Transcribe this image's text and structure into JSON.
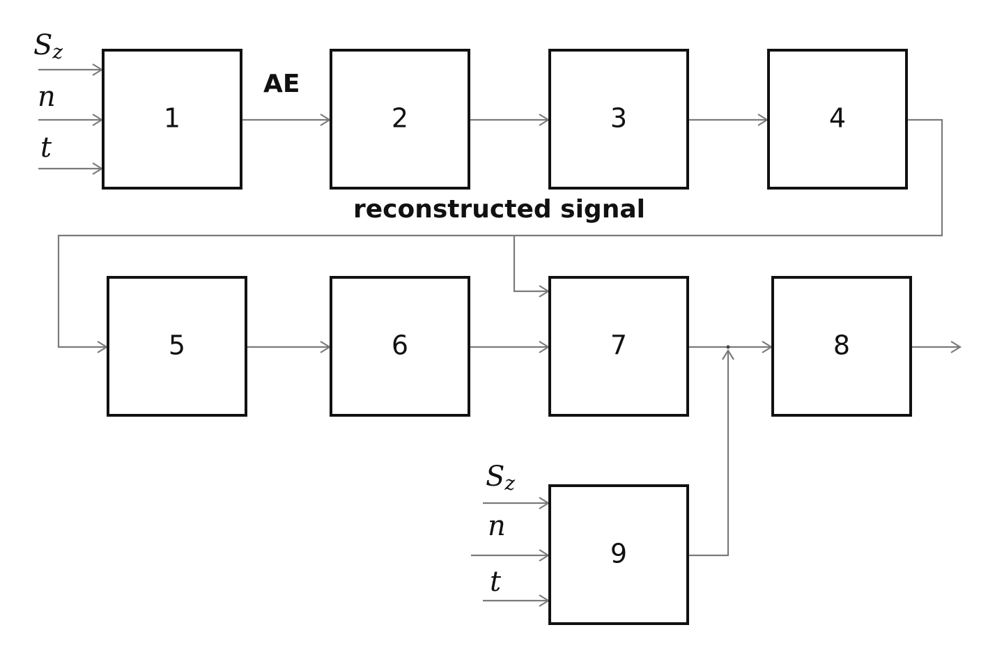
{
  "blocks": [
    {
      "id": "1",
      "label": "1"
    },
    {
      "id": "2",
      "label": "2"
    },
    {
      "id": "3",
      "label": "3"
    },
    {
      "id": "4",
      "label": "4"
    },
    {
      "id": "5",
      "label": "5"
    },
    {
      "id": "6",
      "label": "6"
    },
    {
      "id": "7",
      "label": "7"
    },
    {
      "id": "8",
      "label": "8"
    },
    {
      "id": "9",
      "label": "9"
    }
  ],
  "labels": {
    "ae": "AE",
    "reconstructed": "reconstructed signal"
  },
  "inputs_block1": [
    {
      "main": "S",
      "sub": "z"
    },
    {
      "main": "n",
      "sub": ""
    },
    {
      "main": "t",
      "sub": ""
    }
  ],
  "inputs_block9": [
    {
      "main": "S",
      "sub": "z"
    },
    {
      "main": "n",
      "sub": ""
    },
    {
      "main": "t",
      "sub": ""
    }
  ],
  "connections": [
    {
      "from": "1",
      "to": "2"
    },
    {
      "from": "2",
      "to": "3"
    },
    {
      "from": "3",
      "to": "4"
    },
    {
      "from": "4",
      "to": "5"
    },
    {
      "from": "4",
      "to": "7"
    },
    {
      "from": "5",
      "to": "6"
    },
    {
      "from": "6",
      "to": "7"
    },
    {
      "from": "7",
      "to": "8"
    },
    {
      "from": "9",
      "to": "8"
    },
    {
      "from": "8",
      "to": "output"
    }
  ]
}
